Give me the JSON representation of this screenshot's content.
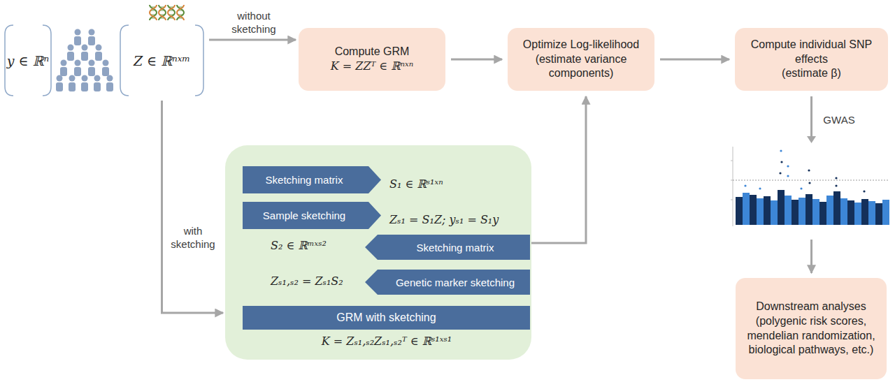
{
  "diagram": {
    "nodes": [
      {
        "text": [
          "y ∈ ℝⁿ"
        ]
      },
      {
        "text": [
          "Z ∈ ℝⁿˣᵐ"
        ]
      },
      {
        "text": [
          "Compute GRM",
          "K = ZZᵀ ∈ ℝⁿˣⁿ"
        ]
      },
      {
        "text": [
          "Optimize Log-likelihood",
          "(estimate variance components)"
        ]
      },
      {
        "text": [
          "Compute individual SNP effects",
          "(estimate β)"
        ]
      },
      {
        "text": [
          "S₁ ∈ ℝˢ¹ˣⁿ",
          "Zₛ₁ = S₁Z; yₛ₁ = S₁y",
          "S₂ ∈ ℝᵐˣˢ²",
          "Zₛ₁,ₛ₂ = Zₛ₁S₂",
          "K = Zₛ₁,ₛ₂Zₛ₁,ₛ₂ᵀ ∈ ℝˢ¹ˣˢ¹"
        ]
      },
      {
        "text": [
          "Sketching matrix"
        ],
        "in": 5
      },
      {
        "text": [
          "Sample sketching"
        ],
        "in": 5
      },
      {
        "text": [
          "Sketching matrix"
        ],
        "in": 5
      },
      {
        "text": [
          "Genetic marker sketching"
        ],
        "in": 5
      },
      {
        "text": [
          "GRM with sketching"
        ],
        "in": 5
      },
      {
        "text": [
          "Downstream analyses",
          "(polygenic risk scores, mendelian randomization, biological pathways, etc.)"
        ]
      }
    ],
    "edges": [
      {
        "from": 1,
        "to": 2,
        "arrow": "to",
        "label": "without sketching"
      },
      {
        "from": 1,
        "to": 5,
        "arrow": "to",
        "label": "with sketching"
      },
      {
        "from": 2,
        "to": 3,
        "arrow": "to"
      },
      {
        "from": 5,
        "to": 3,
        "arrow": "to"
      },
      {
        "from": 3,
        "to": 4,
        "arrow": "to"
      },
      {
        "from": 4,
        "to": 11,
        "arrow": "to",
        "label": "GWAS"
      }
    ]
  }
}
